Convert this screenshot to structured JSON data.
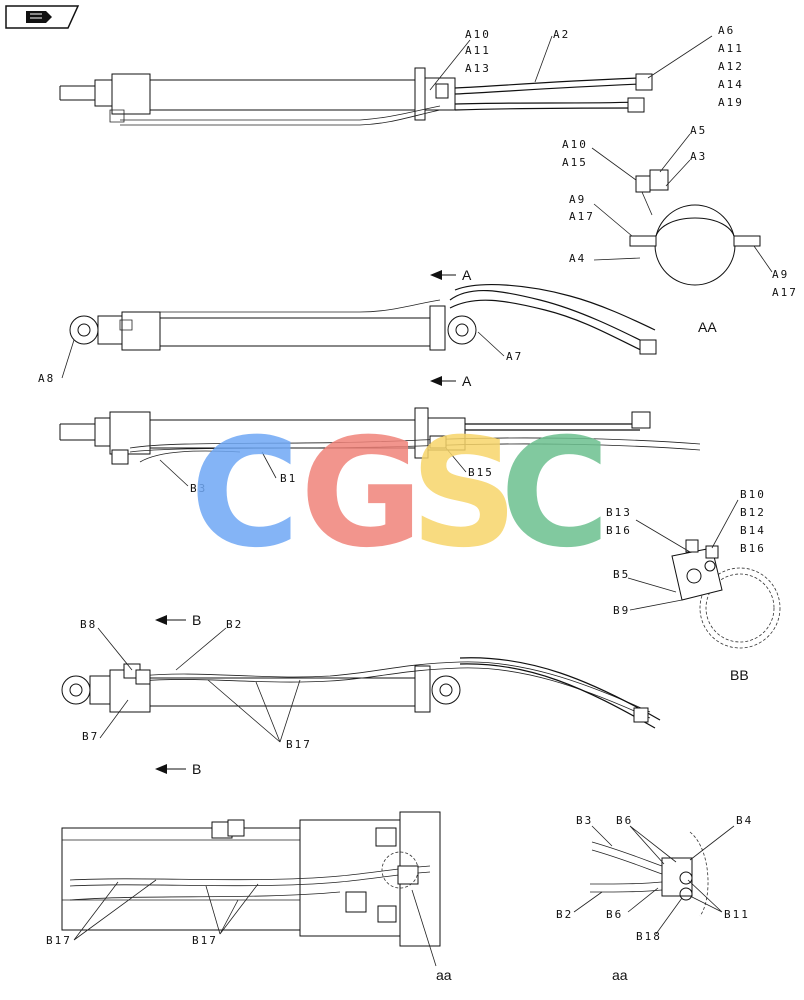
{
  "toolbar": {
    "nav_icon": "book-arrow-icon"
  },
  "labels": {
    "A10": "A10",
    "A11": "A11",
    "A13": "A13",
    "A2": "A2",
    "A6": "A6",
    "A12": "A12",
    "A14": "A14",
    "A19": "A19",
    "A5": "A5",
    "A3": "A3",
    "A15": "A15",
    "A9": "A9",
    "A17": "A17",
    "A4": "A4",
    "A8": "A8",
    "A7": "A7",
    "A": "A",
    "B1": "B1",
    "B3": "B3",
    "B15": "B15",
    "B13": "B13",
    "B16": "B16",
    "B10": "B10",
    "B12": "B12",
    "B14": "B14",
    "B5": "B5",
    "B9": "B9",
    "B8": "B8",
    "B2": "B2",
    "B7": "B7",
    "B17": "B17",
    "B": "B",
    "B6": "B6",
    "B4": "B4",
    "B11": "B11",
    "B18": "B18"
  },
  "views": {
    "AA": "AA",
    "BB": "BB",
    "aa": "aa"
  },
  "watermark": {
    "letters": [
      "C",
      "G",
      "S",
      "C"
    ],
    "colors": [
      "#6fa8f5",
      "#f0837a",
      "#f7d56a",
      "#6cc08f"
    ]
  }
}
